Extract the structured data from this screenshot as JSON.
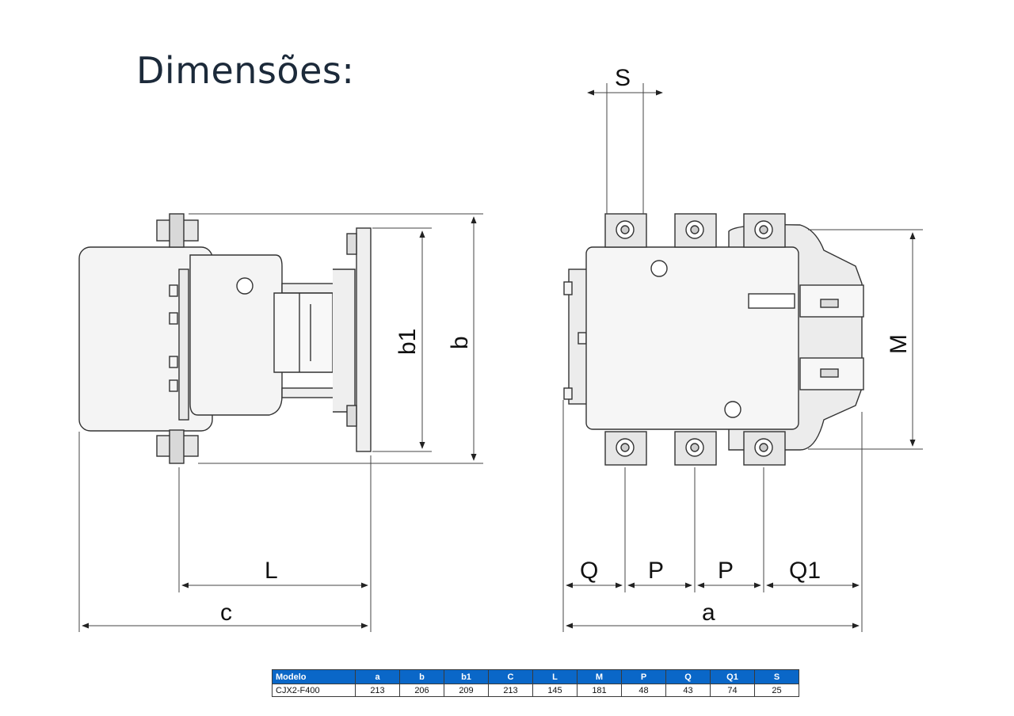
{
  "title": "Dimensões:",
  "drawing_labels": {
    "c": "c",
    "L": "L",
    "b": "b",
    "b1": "b1",
    "S": "S",
    "M": "M",
    "a": "a",
    "Q": "Q",
    "P1": "P",
    "P2": "P",
    "Q1": "Q1"
  },
  "table": {
    "headers": [
      "Modelo",
      "a",
      "b",
      "b1",
      "C",
      "L",
      "M",
      "P",
      "Q",
      "Q1",
      "S"
    ],
    "rows": [
      [
        "CJX2-F400",
        "213",
        "206",
        "209",
        "213",
        "145",
        "181",
        "48",
        "43",
        "74",
        "25"
      ]
    ]
  },
  "colors": {
    "header_bg": "#0a67c8",
    "line": "#333333",
    "fill": "#f2f2f2"
  }
}
